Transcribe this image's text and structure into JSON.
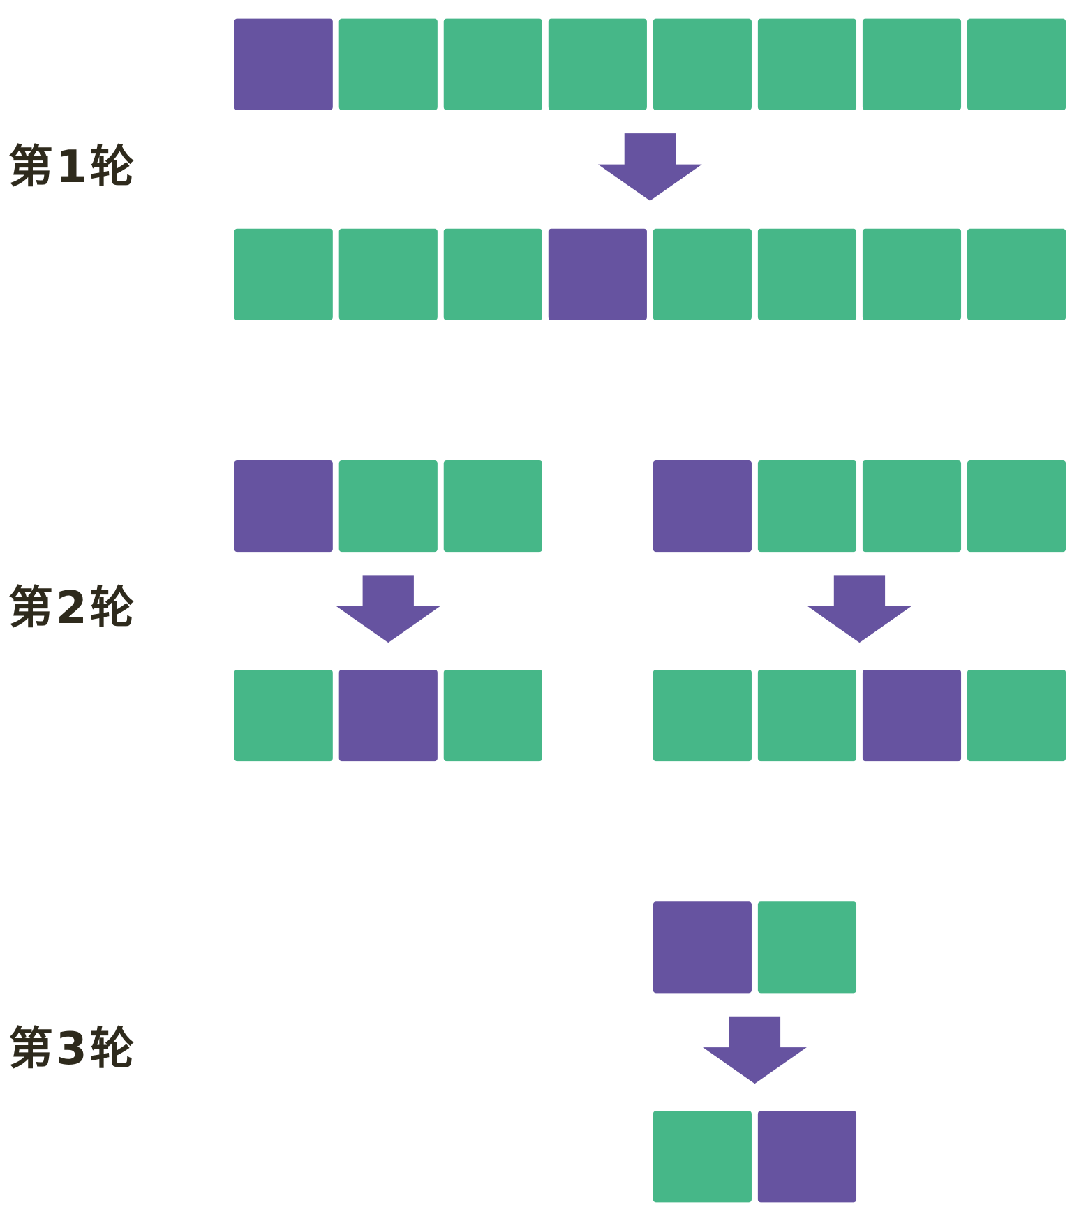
{
  "colors": {
    "pivot": "#6653a0",
    "element": "#46b788",
    "arrow": "#6653a0",
    "label": "#2e2a1c"
  },
  "rounds": [
    {
      "label": "第1轮",
      "groups": [
        {
          "before": [
            "pivot",
            "element",
            "element",
            "element",
            "element",
            "element",
            "element",
            "element"
          ],
          "after": [
            "element",
            "element",
            "element",
            "pivot",
            "element",
            "element",
            "element",
            "element"
          ]
        }
      ]
    },
    {
      "label": "第2轮",
      "groups": [
        {
          "before": [
            "pivot",
            "element",
            "element"
          ],
          "after": [
            "element",
            "pivot",
            "element"
          ]
        },
        {
          "before": [
            "pivot",
            "element",
            "element",
            "element"
          ],
          "after": [
            "element",
            "element",
            "pivot",
            "element"
          ]
        }
      ]
    },
    {
      "label": "第3轮",
      "groups": [
        {
          "before": [
            "pivot",
            "element"
          ],
          "after": [
            "element",
            "pivot"
          ]
        }
      ]
    }
  ]
}
